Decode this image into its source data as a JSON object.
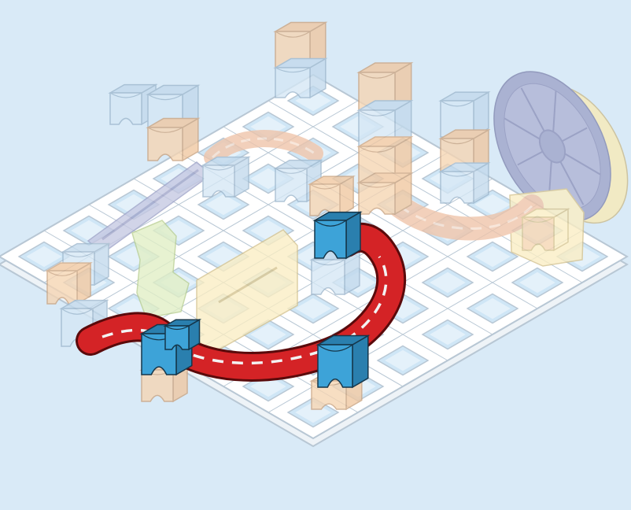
{
  "scene": {
    "kind": "isometric assembly instruction diagram",
    "text": []
  },
  "colors": {
    "background": "#d9eaf7",
    "grid_fill": "#ffffff",
    "grid_stroke": "#b8c7d4",
    "window_fill": "#cfe6f6",
    "pillar_orange": "#f6d5b2",
    "pillar_pale_blue": "#d5e7f5",
    "pillar_highlight_blue": "#3da3d8",
    "track_red": "#d42326",
    "track_dash": "#f3f3f3",
    "track_faded": "#efc4a9",
    "beam_purple": "#c5c8e2",
    "wheel_purple": "#9ea3c8",
    "wheel_back": "#f8eab6",
    "block_yellow": "#fbeec3",
    "block_green": "#e1efc5",
    "outline": "#222222"
  },
  "parts": [
    {
      "name": "base-grid",
      "highlighted": false
    },
    {
      "name": "red-curved-track",
      "highlighted": true
    },
    {
      "name": "blue-support-pillar",
      "count": 4,
      "highlighted": true
    },
    {
      "name": "orange-support-pillar",
      "highlighted": false
    },
    {
      "name": "purple-straight-beam",
      "highlighted": false
    },
    {
      "name": "yellow-block",
      "highlighted": false
    },
    {
      "name": "green-part",
      "highlighted": false
    },
    {
      "name": "orange-curved-track",
      "highlighted": false
    },
    {
      "name": "purple-wheel",
      "highlighted": false
    }
  ]
}
